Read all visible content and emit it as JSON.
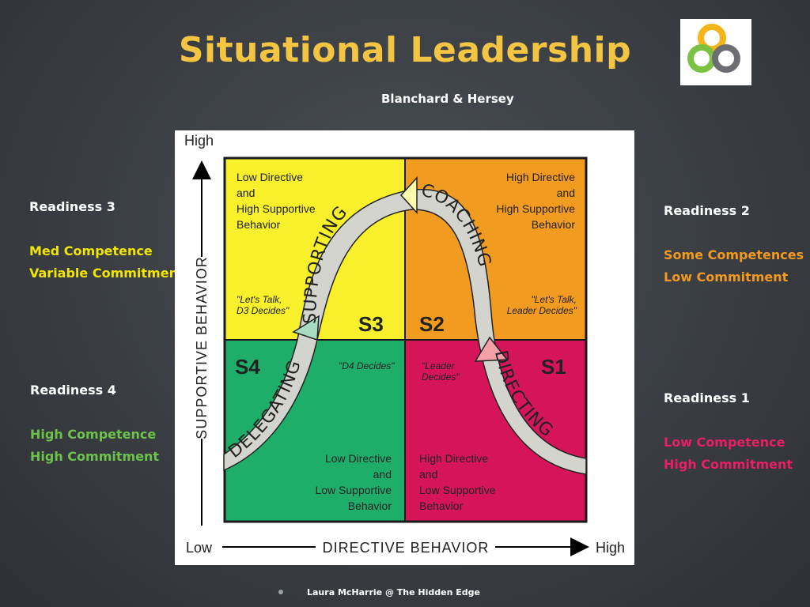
{
  "header": {
    "title": "Situational Leadership",
    "subtitle": "Blanchard & Hersey"
  },
  "readiness": {
    "r3": {
      "label": "Readiness 3",
      "line1": "Med Competence",
      "line2": "Variable Commitment",
      "color": "#f2e600"
    },
    "r2": {
      "label": "Readiness 2",
      "line1": "Some Competences",
      "line2": "Low Commitment",
      "color": "#f39a1e"
    },
    "r4": {
      "label": "Readiness 4",
      "line1": "High Competence",
      "line2": "High Commitment",
      "color": "#6cc24a"
    },
    "r1": {
      "label": "Readiness 1",
      "line1": "Low Competence",
      "line2": "High Commitment",
      "color": "#e91e63"
    }
  },
  "diagram": {
    "y_high": "High",
    "y_axis_label": "SUPPORTIVE BEHAVIOR",
    "x_low": "Low",
    "x_axis_label": "DIRECTIVE BEHAVIOR",
    "x_high": "High",
    "quadrants": {
      "s3": {
        "name": "S3",
        "desc": [
          "Low Directive",
          "and",
          "High Supportive",
          "Behavior"
        ],
        "quote": [
          "\"Let's Talk,",
          "D3 Decides\""
        ],
        "color": "#f7f02a"
      },
      "s2": {
        "name": "S2",
        "desc": [
          "High Directive",
          "and",
          "High Supportive",
          "Behavior"
        ],
        "quote": [
          "\"Let's Talk,",
          "Leader Decides\""
        ],
        "color": "#f29b21"
      },
      "s4": {
        "name": "S4",
        "desc": [
          "Low Directive",
          "and",
          "Low Supportive",
          "Behavior"
        ],
        "quote": [
          "\"D4 Decides\""
        ],
        "color": "#1fae6a"
      },
      "s1": {
        "name": "S1",
        "desc": [
          "High Directive",
          "and",
          "Low Supportive",
          "Behavior"
        ],
        "quote": [
          "\"Leader",
          "Decides\""
        ],
        "color": "#d6145a"
      }
    },
    "arrows": {
      "directing": "DIRECTING",
      "coaching": "COACHING",
      "supporting": "SUPPORTING",
      "delegating": "DELEGATING"
    }
  },
  "footer": {
    "credit": "Laura McHarrie @ The Hidden Edge"
  },
  "logo": {
    "icon": "interlocking-rings-logo"
  }
}
